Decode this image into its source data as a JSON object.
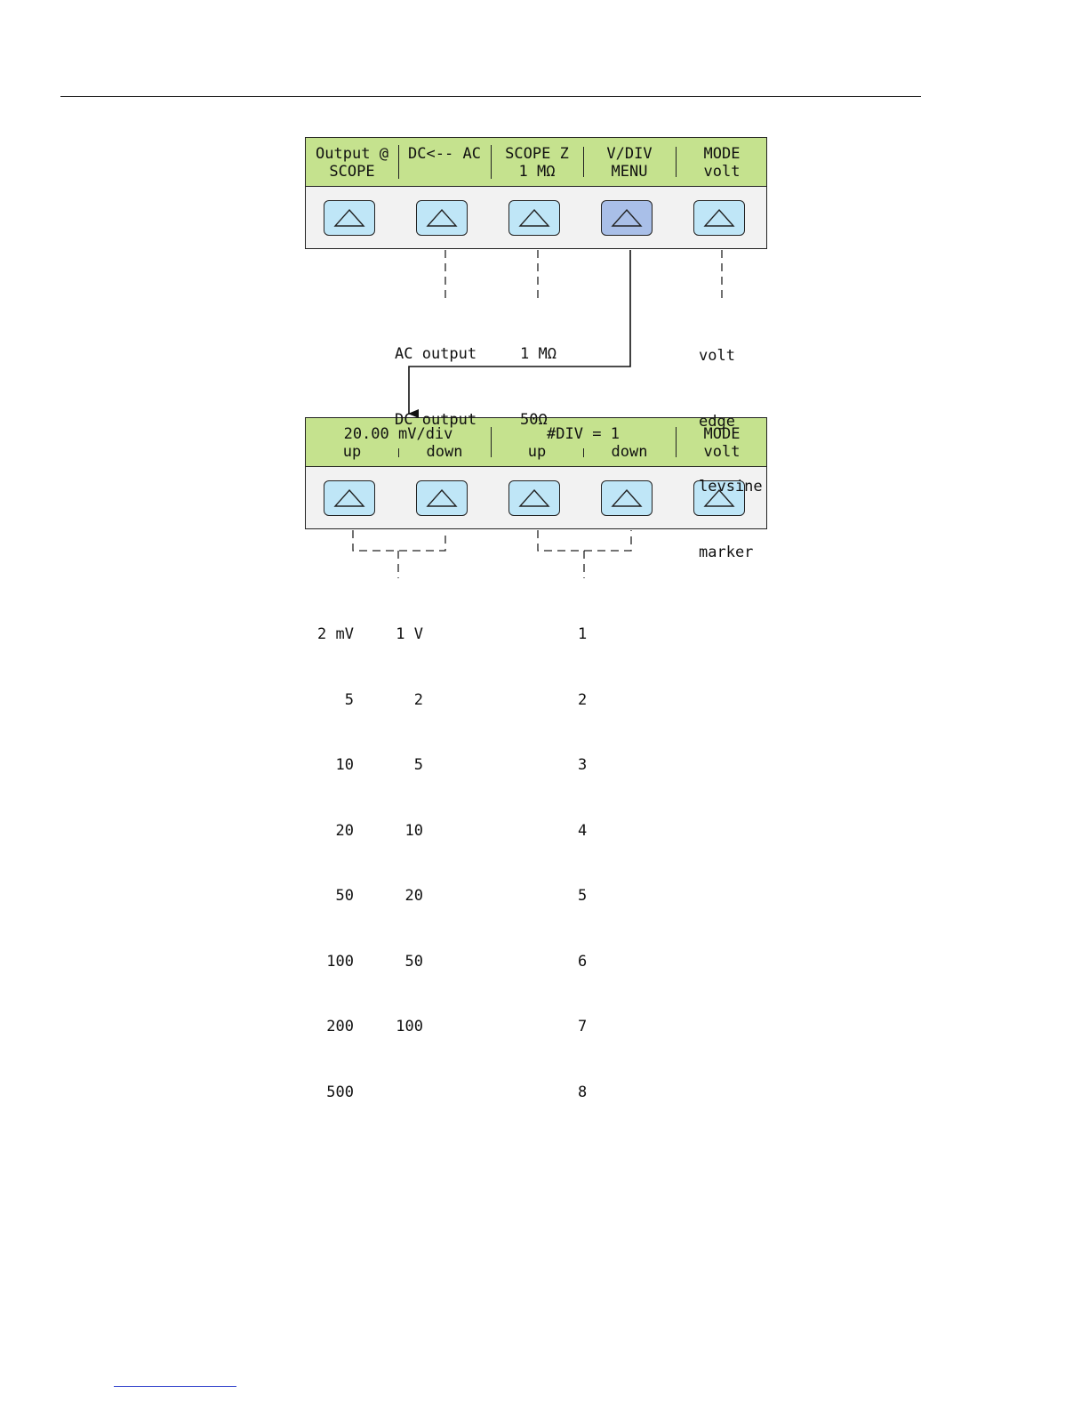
{
  "panel_top": {
    "segments": [
      {
        "line1": "Output @",
        "line2": "SCOPE"
      },
      {
        "line1": "DC<-- AC",
        "line2": ""
      },
      {
        "line1": "SCOPE Z",
        "line2": "1 MΩ"
      },
      {
        "line1": "V/DIV",
        "line2": "MENU"
      },
      {
        "line1": "MODE",
        "line2": "volt"
      }
    ]
  },
  "callouts_top": {
    "output_options": [
      "AC output",
      "DC output"
    ],
    "impedance_options": [
      "1 MΩ",
      "50Ω"
    ],
    "mode_options": [
      "volt",
      "edge",
      "levsine",
      "marker"
    ]
  },
  "panel_bottom": {
    "vdiv_value": "20.00 mV/div",
    "vdiv_up": "up",
    "vdiv_down": "down",
    "div_value": "#DIV = 1",
    "div_up": "up",
    "div_down": "down",
    "mode_line1": "MODE",
    "mode_line2": "volt"
  },
  "callouts_bottom": {
    "mv_values": [
      "2 mV",
      "5",
      "10",
      "20",
      "50",
      "100",
      "200",
      "500"
    ],
    "v_values": [
      "1 V",
      "2",
      "5",
      "10",
      "20",
      "50",
      "100"
    ],
    "div_values": [
      "1",
      "2",
      "3",
      "4",
      "5",
      "6",
      "7",
      "8"
    ]
  },
  "colors": {
    "lcd_green": "#c5e28e",
    "key_blue": "#bfe6f7",
    "key_active": "#a9bfe8"
  }
}
